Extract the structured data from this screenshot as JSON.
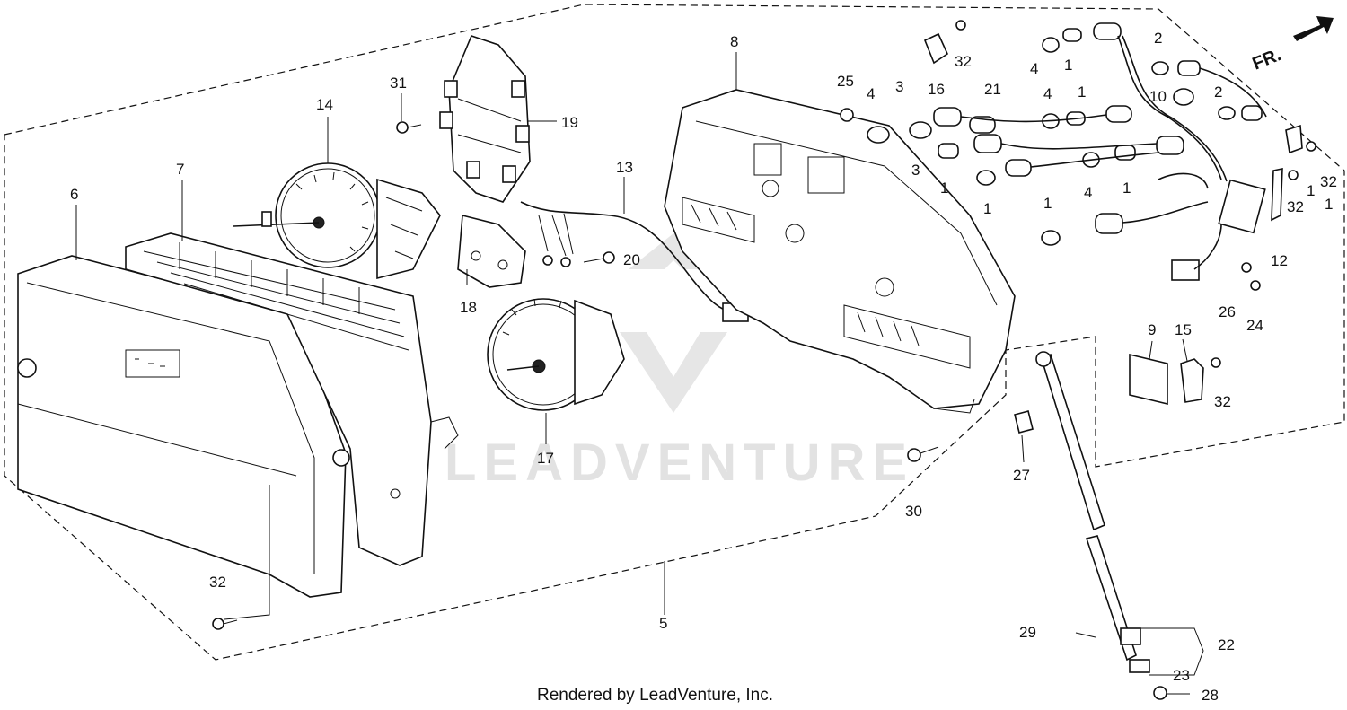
{
  "diagram": {
    "direction_label": "FR.",
    "footer": "Rendered by LeadVenture, Inc.",
    "watermark": "LEADVENTURE",
    "callouts": [
      {
        "id": "c1a",
        "label": "1"
      },
      {
        "id": "c1b",
        "label": "1"
      },
      {
        "id": "c1c",
        "label": "1"
      },
      {
        "id": "c1d",
        "label": "1"
      },
      {
        "id": "c1e",
        "label": "1"
      },
      {
        "id": "c1f",
        "label": "1"
      },
      {
        "id": "c1g",
        "label": "1"
      },
      {
        "id": "c1h",
        "label": "1"
      },
      {
        "id": "c2a",
        "label": "2"
      },
      {
        "id": "c2b",
        "label": "2"
      },
      {
        "id": "c3a",
        "label": "3"
      },
      {
        "id": "c3b",
        "label": "3"
      },
      {
        "id": "c4a",
        "label": "4"
      },
      {
        "id": "c4b",
        "label": "4"
      },
      {
        "id": "c4c",
        "label": "4"
      },
      {
        "id": "c4d",
        "label": "4"
      },
      {
        "id": "c5",
        "label": "5"
      },
      {
        "id": "c6",
        "label": "6"
      },
      {
        "id": "c7",
        "label": "7"
      },
      {
        "id": "c8",
        "label": "8"
      },
      {
        "id": "c9",
        "label": "9"
      },
      {
        "id": "c10",
        "label": "10"
      },
      {
        "id": "c12",
        "label": "12"
      },
      {
        "id": "c13",
        "label": "13"
      },
      {
        "id": "c14",
        "label": "14"
      },
      {
        "id": "c15",
        "label": "15"
      },
      {
        "id": "c16",
        "label": "16"
      },
      {
        "id": "c17",
        "label": "17"
      },
      {
        "id": "c18",
        "label": "18"
      },
      {
        "id": "c19",
        "label": "19"
      },
      {
        "id": "c20",
        "label": "20"
      },
      {
        "id": "c21",
        "label": "21"
      },
      {
        "id": "c22",
        "label": "22"
      },
      {
        "id": "c23",
        "label": "23"
      },
      {
        "id": "c24",
        "label": "24"
      },
      {
        "id": "c25",
        "label": "25"
      },
      {
        "id": "c26",
        "label": "26"
      },
      {
        "id": "c27",
        "label": "27"
      },
      {
        "id": "c28",
        "label": "28"
      },
      {
        "id": "c29",
        "label": "29"
      },
      {
        "id": "c30",
        "label": "30"
      },
      {
        "id": "c31",
        "label": "31"
      },
      {
        "id": "c32a",
        "label": "32"
      },
      {
        "id": "c32b",
        "label": "32"
      },
      {
        "id": "c32c",
        "label": "32"
      },
      {
        "id": "c32d",
        "label": "32"
      },
      {
        "id": "c32e",
        "label": "32"
      }
    ]
  }
}
